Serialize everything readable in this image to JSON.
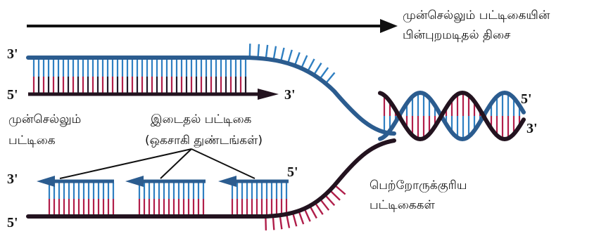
{
  "labels": {
    "direction_line1": "முன்செல்லும் பட்டிகையின்",
    "direction_line2": "பின்புறமடிதல் திசை",
    "leading_line1": "முன்செல்லும்",
    "leading_line2": "பட்டிகை",
    "lagging_line1": "இடைதல் பட்டிகை",
    "lagging_line2": "(ஒகசாகி துண்டங்கள்)",
    "parental_line1": "பெற்றோருக்குரிய",
    "parental_line2": "பட்டிகைகள்"
  },
  "strand_ends": {
    "leading_template_left": "3'",
    "leading_new_left": "5'",
    "leading_new_tip": "3'",
    "lagging_new_left": "3'",
    "lagging_fragment_right": "5'",
    "lagging_template_left": "5'",
    "helix_right_top": "5'",
    "helix_right_bottom": "3'"
  },
  "colors": {
    "blue_strand": "#2b5c8f",
    "dark_strand": "#23131f",
    "rung_blue": "#2f7fc1",
    "rung_red": "#b01e4a",
    "rung_dark": "#231a2a"
  }
}
